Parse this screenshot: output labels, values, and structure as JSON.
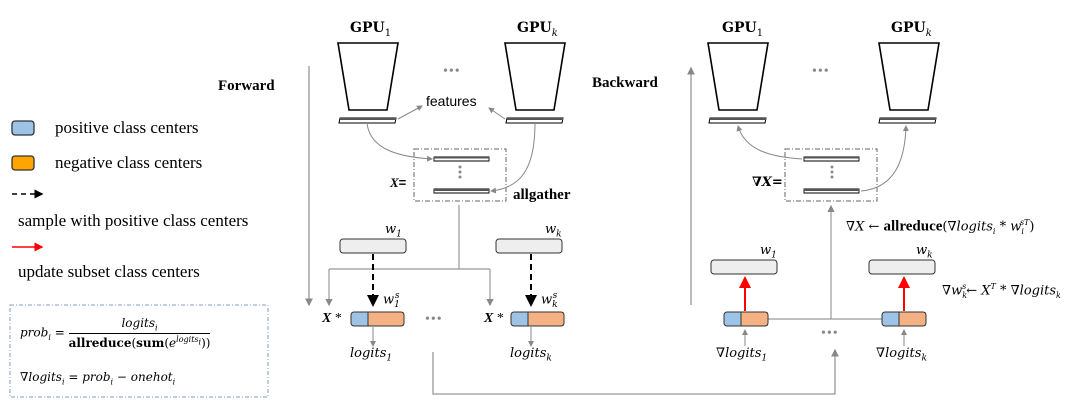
{
  "legend": {
    "items": [
      {
        "label": "positive class centers",
        "icon": "blue-box-icon",
        "color": "#9DC3E6"
      },
      {
        "label": "negative class centers",
        "icon": "orange-box-icon",
        "color": "#FFA500"
      },
      {
        "label": "sample with positive class centers",
        "icon": "dashed-arrow-icon",
        "color": "#000000"
      },
      {
        "label": "update subset class centers",
        "icon": "red-arrow-icon",
        "color": "#FF0000"
      }
    ]
  },
  "formulas": {
    "prob_lhs": "prob",
    "prob_lhs_sub": "i",
    "prob_num": "logits",
    "prob_num_sub": "i",
    "prob_den_bold1": "allreduce",
    "prob_den_bold2": "sum",
    "prob_den_exp_base": "e",
    "prob_den_exp": "logits",
    "prob_den_exp_sub": "i",
    "grad_lhs": "∇logits",
    "grad_lhs_sub": "i",
    "grad_rhs1": "prob",
    "grad_rhs1_sub": "i",
    "grad_rhs2": "onehot",
    "grad_rhs2_sub": "i"
  },
  "forward": {
    "title": "Forward",
    "gpu1_label": "GPU",
    "gpu1_sub": "1",
    "gpuk_label": "GPU",
    "gpuk_sub": "k",
    "ellipsis": "•••",
    "features_label": "features",
    "x_label": "X",
    "x_eq": "=",
    "allgather_label": "allgather",
    "w1_label": "w",
    "w1_sub": "1",
    "wk_label": "w",
    "wk_sub": "k",
    "w1s_label": "w",
    "w1s_sub": "1",
    "w1s_sup": "s",
    "wks_label": "w",
    "wks_sub": "k",
    "wks_sup": "s",
    "x_mul": "X",
    "mul_sign": "*",
    "logits1_label": "logits",
    "logits1_sub": "1",
    "logitsk_label": "logits",
    "logitsk_sub": "k"
  },
  "backward": {
    "title": "Backward",
    "gpu1_label": "GPU",
    "gpu1_sub": "1",
    "gpuk_label": "GPU",
    "gpuk_sub": "k",
    "ellipsis": "•••",
    "gradx_label": "∇X",
    "gradx_eq": "=",
    "allreduce_lhs": "∇X ←",
    "allreduce_bold": "allreduce",
    "allreduce_arg": "∇logits",
    "allreduce_arg_sub": "i",
    "allreduce_mul": "* w",
    "allreduce_w_sub": "i",
    "allreduce_w_sup": "sT",
    "w1_label": "w",
    "w1_sub": "1",
    "wk_label": "w",
    "wk_sub": "k",
    "gradw_lhs": "∇w",
    "gradw_sub": "k",
    "gradw_sup": "s",
    "gradw_rhs": "← X",
    "gradw_rhs_sup": "T",
    "gradw_rhs2": "* ∇logits",
    "gradw_rhs2_sub": "k",
    "glogits1_label": "∇logits",
    "glogits1_sub": "1",
    "glogitsk_label": "∇logits",
    "glogitsk_sub": "k"
  },
  "colors": {
    "positive": "#9DC3E6",
    "negative_legend": "#FFA500",
    "negative_block": "#F4B183",
    "weight_box": "#EEEEEE",
    "update_arrow": "#FF0000",
    "formula_border": "#7F9FBF"
  }
}
